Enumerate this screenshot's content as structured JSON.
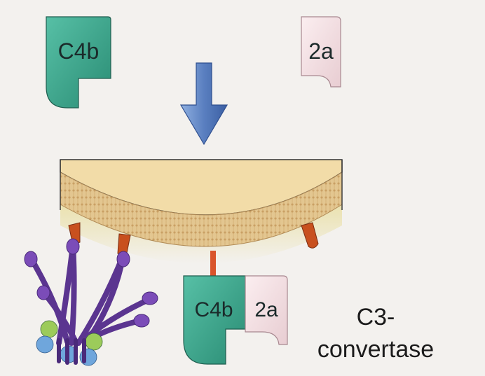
{
  "top_left_protein": {
    "label": "C4b",
    "color": "#3aa58c"
  },
  "top_right_protein": {
    "label": "2a",
    "color": "#f2dde0"
  },
  "bound_complex": {
    "left_label": "C4b",
    "right_label": "2a"
  },
  "result_label": {
    "line1": "C3-",
    "line2": "convertase"
  },
  "colors": {
    "arrow": "#5a7fc0",
    "membrane": "#f2dca8",
    "lipid_band": "#d8b57a",
    "outer_layer": "#dccb5a",
    "tether": "#d9542b",
    "c1_complex": "#6a3fa0",
    "c1_globules_green": "#9ccb5a",
    "c1_globules_blue": "#6fa6dc"
  }
}
